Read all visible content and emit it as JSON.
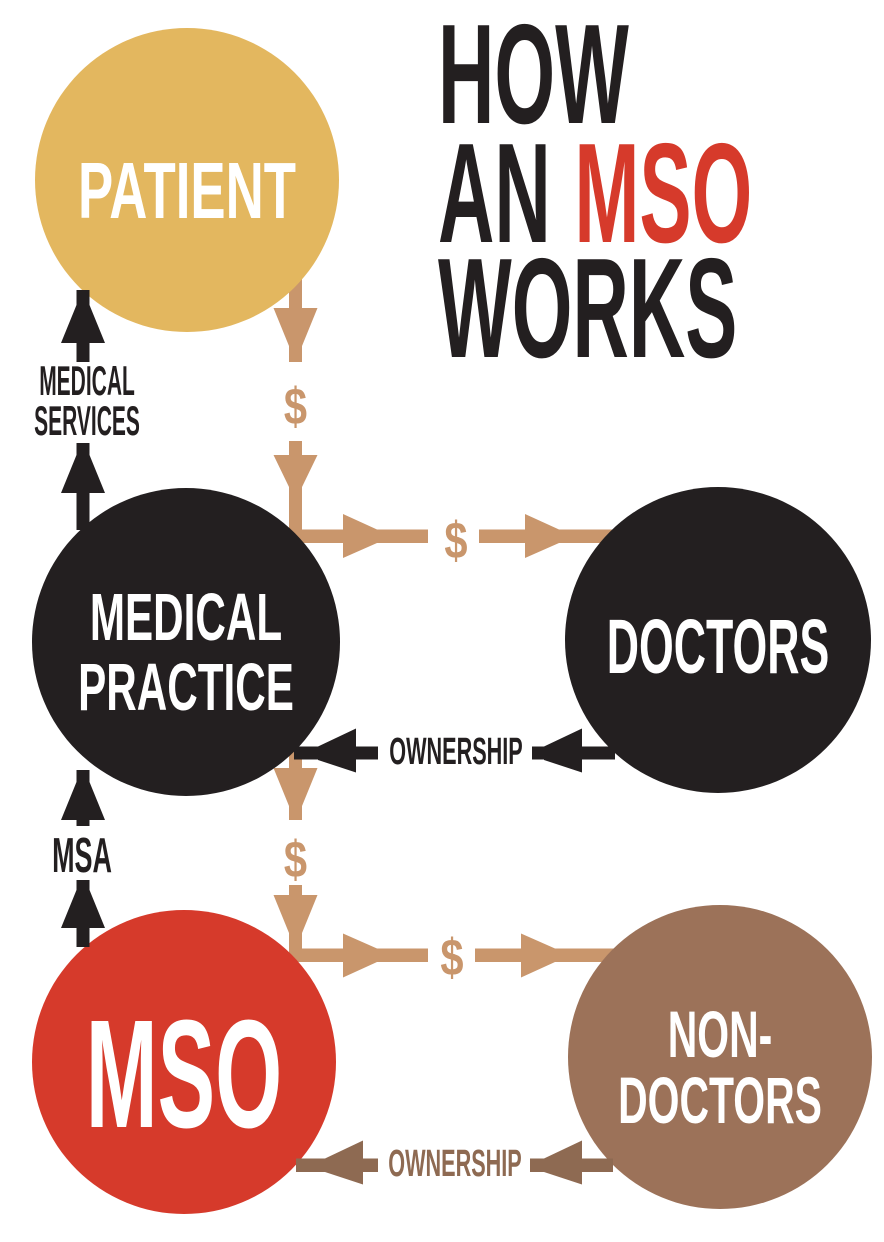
{
  "title": {
    "line1": "HOW",
    "line2_an": "AN",
    "line2_mso": "MSO",
    "line3": "WORKS"
  },
  "nodes": {
    "patient": {
      "label": "PATIENT",
      "color": "#E3B75F"
    },
    "medical_practice": {
      "label_line1": "MEDICAL",
      "label_line2": "PRACTICE",
      "color": "#231F20"
    },
    "doctors": {
      "label": "DOCTORS",
      "color": "#231F20"
    },
    "mso": {
      "label": "MSO",
      "color": "#D63A2B"
    },
    "non_doctors": {
      "label_line1": "NON-",
      "label_line2": "DOCTORS",
      "color": "#9C7259"
    }
  },
  "flows": {
    "medical_services": {
      "label_line1": "MEDICAL",
      "label_line2": "SERVICES"
    },
    "msa": {
      "label": "MSA"
    },
    "ownership_doctors": {
      "label": "OWNERSHIP"
    },
    "ownership_non_doctors": {
      "label": "OWNERSHIP"
    },
    "money_symbol": "$"
  },
  "colors": {
    "background": "#FFFFFF",
    "black": "#231F20",
    "gold": "#E3B75F",
    "red": "#D63A2B",
    "tan": "#C9966C",
    "brown": "#9C7259",
    "brown_dark": "#8E6A52",
    "white": "#FFFFFF"
  }
}
